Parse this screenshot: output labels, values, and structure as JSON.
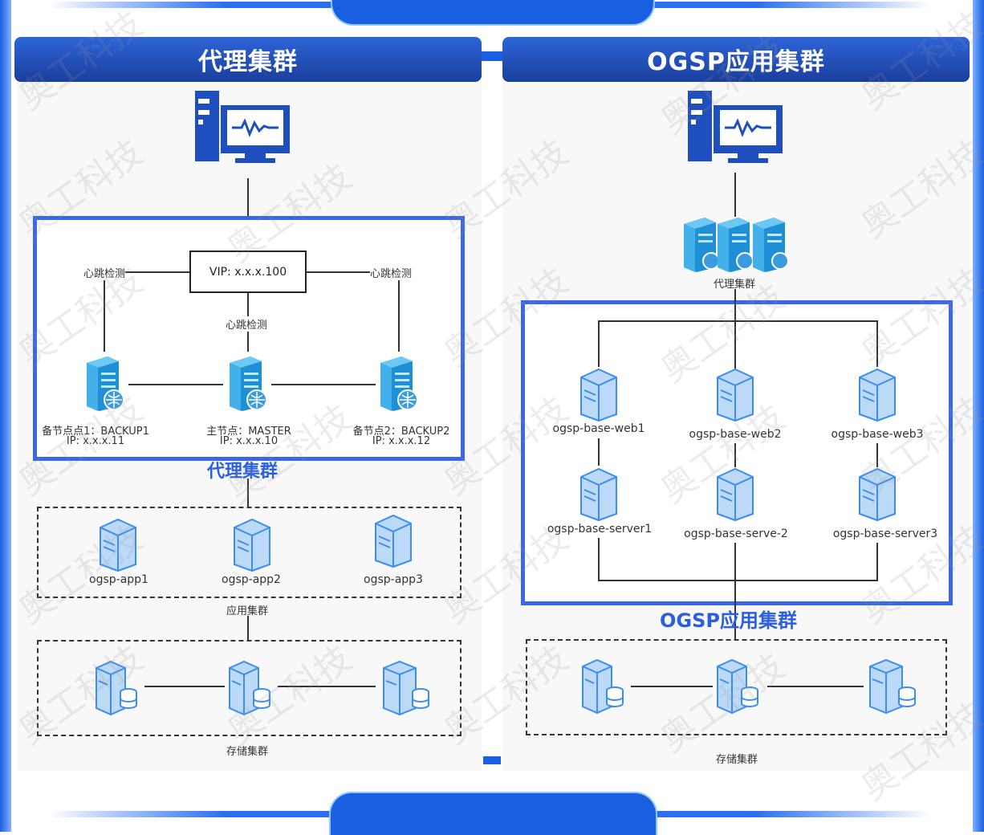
{
  "watermark": "奥工科技",
  "left": {
    "header": "代理集群",
    "vip": "VIP: x.x.x.100",
    "heartbeat": "心跳检测",
    "nodes": [
      {
        "name": "备节点点1：BACKUP1",
        "ip": "IP: x.x.x.11"
      },
      {
        "name": "主节点：MASTER",
        "ip": "IP: x.x.x.10"
      },
      {
        "name": "备节点2：BACKUP2",
        "ip": "IP: x.x.x.12"
      }
    ],
    "proxy_cluster_title": "代理集群",
    "apps": [
      "ogsp-app1",
      "ogsp-app2",
      "ogsp-app3"
    ],
    "app_cluster_label": "应用集群",
    "storage_label": "存储集群"
  },
  "right": {
    "header": "OGSP应用集群",
    "proxy_label": "代理集群",
    "web_nodes": [
      "ogsp-base-web1",
      "ogsp-base-web2",
      "ogsp-base-web3"
    ],
    "server_nodes": [
      "ogsp-base-server1",
      "ogsp-base-serve-2",
      "ogsp-base-server3"
    ],
    "cluster_title": "OGSP应用集群",
    "storage_label": "存储集群"
  },
  "colors": {
    "accent": "#3a66e8",
    "header": "#1f4fbf",
    "line": "#333333",
    "server_blue": "#27a2e8",
    "server_light": "#bcd9f7"
  }
}
